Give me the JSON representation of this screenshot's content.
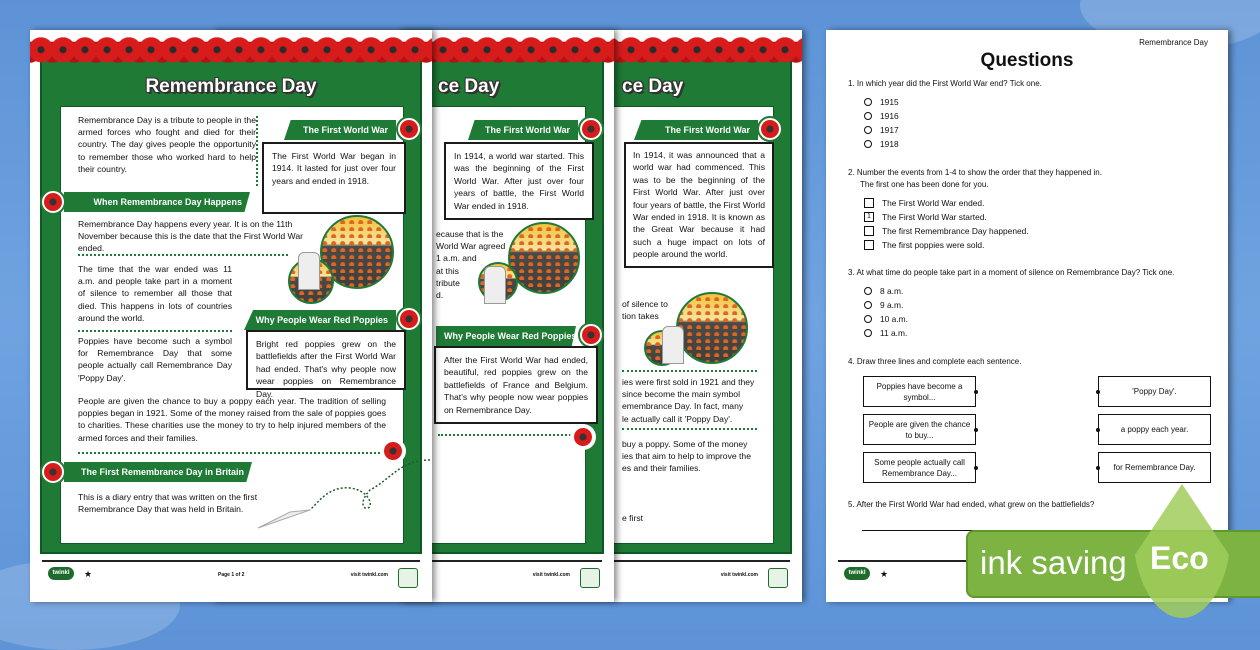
{
  "colors": {
    "background": "#6fa3e0",
    "brand_green": "#1f7a35",
    "poppy_red": "#d81c1c",
    "eco_green": "#7cb342"
  },
  "page1": {
    "title": "Remembrance Day",
    "intro": "Remembrance Day is a tribute to people in the armed forces who fought and died for their country. The day gives people the opportunity to remember those who worked hard to help their country.",
    "fww_heading": "The First World War",
    "fww_text": "The First World War began in 1914. It lasted for just over four years and ended in 1918.",
    "when_heading": "When Remembrance Day Happens",
    "when_text": "Remembrance Day happens every year. It is on the 11th November because this is the date that the First World War ended.",
    "silence_text": "The time that the war ended was 11 a.m. and people take part in a moment of silence to remember all those that died. This happens in lots of countries around the world.",
    "poppies_text": "Poppies have become such a symbol for Remembrance Day that some people actually call Remembrance Day 'Poppy Day'.",
    "why_heading": "Why People Wear Red Poppies",
    "why_text": "Bright red poppies grew on the battlefields after the First World War had ended. That's why people now wear poppies on Remembrance Day.",
    "buy_text": "People are given the chance to buy a poppy each year. The tradition of selling poppies began in 1921. Some of the money raised from the sale of poppies goes to charities. These charities use the money to try to help injured members of the armed forces and their families.",
    "first_heading": "The First Remembrance Day in Britain",
    "first_text": "This is a diary entry that was written on the first Remembrance Day that was held in Britain.",
    "footer": {
      "logo": "twinkl",
      "page": "Page 1 of 2",
      "site": "visit twinkl.com"
    }
  },
  "page2": {
    "title_fragment": "ce Day",
    "fww_heading": "The First World War",
    "fww_text": "In 1914, a world war started. This was the beginning of the First World War. After just over four years of battle, the First World War ended in 1918.",
    "partial_lines": [
      "ecause that is the",
      "World War agreed",
      "1 a.m. and",
      "at this",
      "tribute",
      "d."
    ],
    "why_heading": "Why People Wear Red Poppies",
    "why_text": "After the First World War had ended, beautiful, red poppies grew on the battlefields of France and Belgium. That's why people now wear poppies on Remembrance Day.",
    "footer": {
      "site": "visit twinkl.com"
    }
  },
  "page3": {
    "title_fragment": "ce Day",
    "fww_heading": "The First World War",
    "fww_text": "In 1914, it was announced that a world war had commenced. This was to be the beginning of the First World War. After just over four years of battle, the First World War ended in 1918. It is known as the Great War because it had such a huge impact on lots of people around the world.",
    "partial_a": [
      "of silence to",
      "tion takes"
    ],
    "partial_b": [
      "ies were first sold in 1921 and they",
      " since become the main symbol",
      "emembrance Day. In fact, many",
      "le actually call it 'Poppy Day'."
    ],
    "partial_c": [
      "buy a poppy. Some of the money",
      "ies that aim to help to improve the",
      "es and their families."
    ],
    "partial_d": "e first",
    "footer": {
      "site": "visit twinkl.com"
    }
  },
  "questions": {
    "header": "Remembrance Day",
    "title": "Questions",
    "q1": {
      "text": "1.  In which year did the First World War end? Tick one.",
      "options": [
        "1915",
        "1916",
        "1917",
        "1918"
      ]
    },
    "q2": {
      "text": "2.  Number the events from 1-4 to show the order that they happened in.",
      "text2": "The first one has been done for you.",
      "items": [
        {
          "box": "",
          "label": "The First World War ended."
        },
        {
          "box": "1",
          "label": "The First World War started."
        },
        {
          "box": "",
          "label": "The first Remembrance Day happened."
        },
        {
          "box": "",
          "label": "The first poppies were sold."
        }
      ]
    },
    "q3": {
      "text": "3.  At what time do people take part in a moment of silence on Remembrance Day? Tick one.",
      "options": [
        "8 a.m.",
        "9 a.m.",
        "10 a.m.",
        "11 a.m."
      ]
    },
    "q4": {
      "text": "4.  Draw three lines and complete each sentence.",
      "left": [
        "Poppies have become a symbol...",
        "People are given the chance to buy...",
        "Some people actually call Remembrance Day..."
      ],
      "right": [
        "'Poppy Day'.",
        "a poppy each year.",
        "for Remembrance Day."
      ]
    },
    "q5": {
      "text": "5.  After the First World War had ended, what grew on the battlefields?"
    },
    "footer": {
      "logo": "twinkl"
    }
  },
  "eco_badge": {
    "text": "ink saving",
    "label": "Eco"
  }
}
